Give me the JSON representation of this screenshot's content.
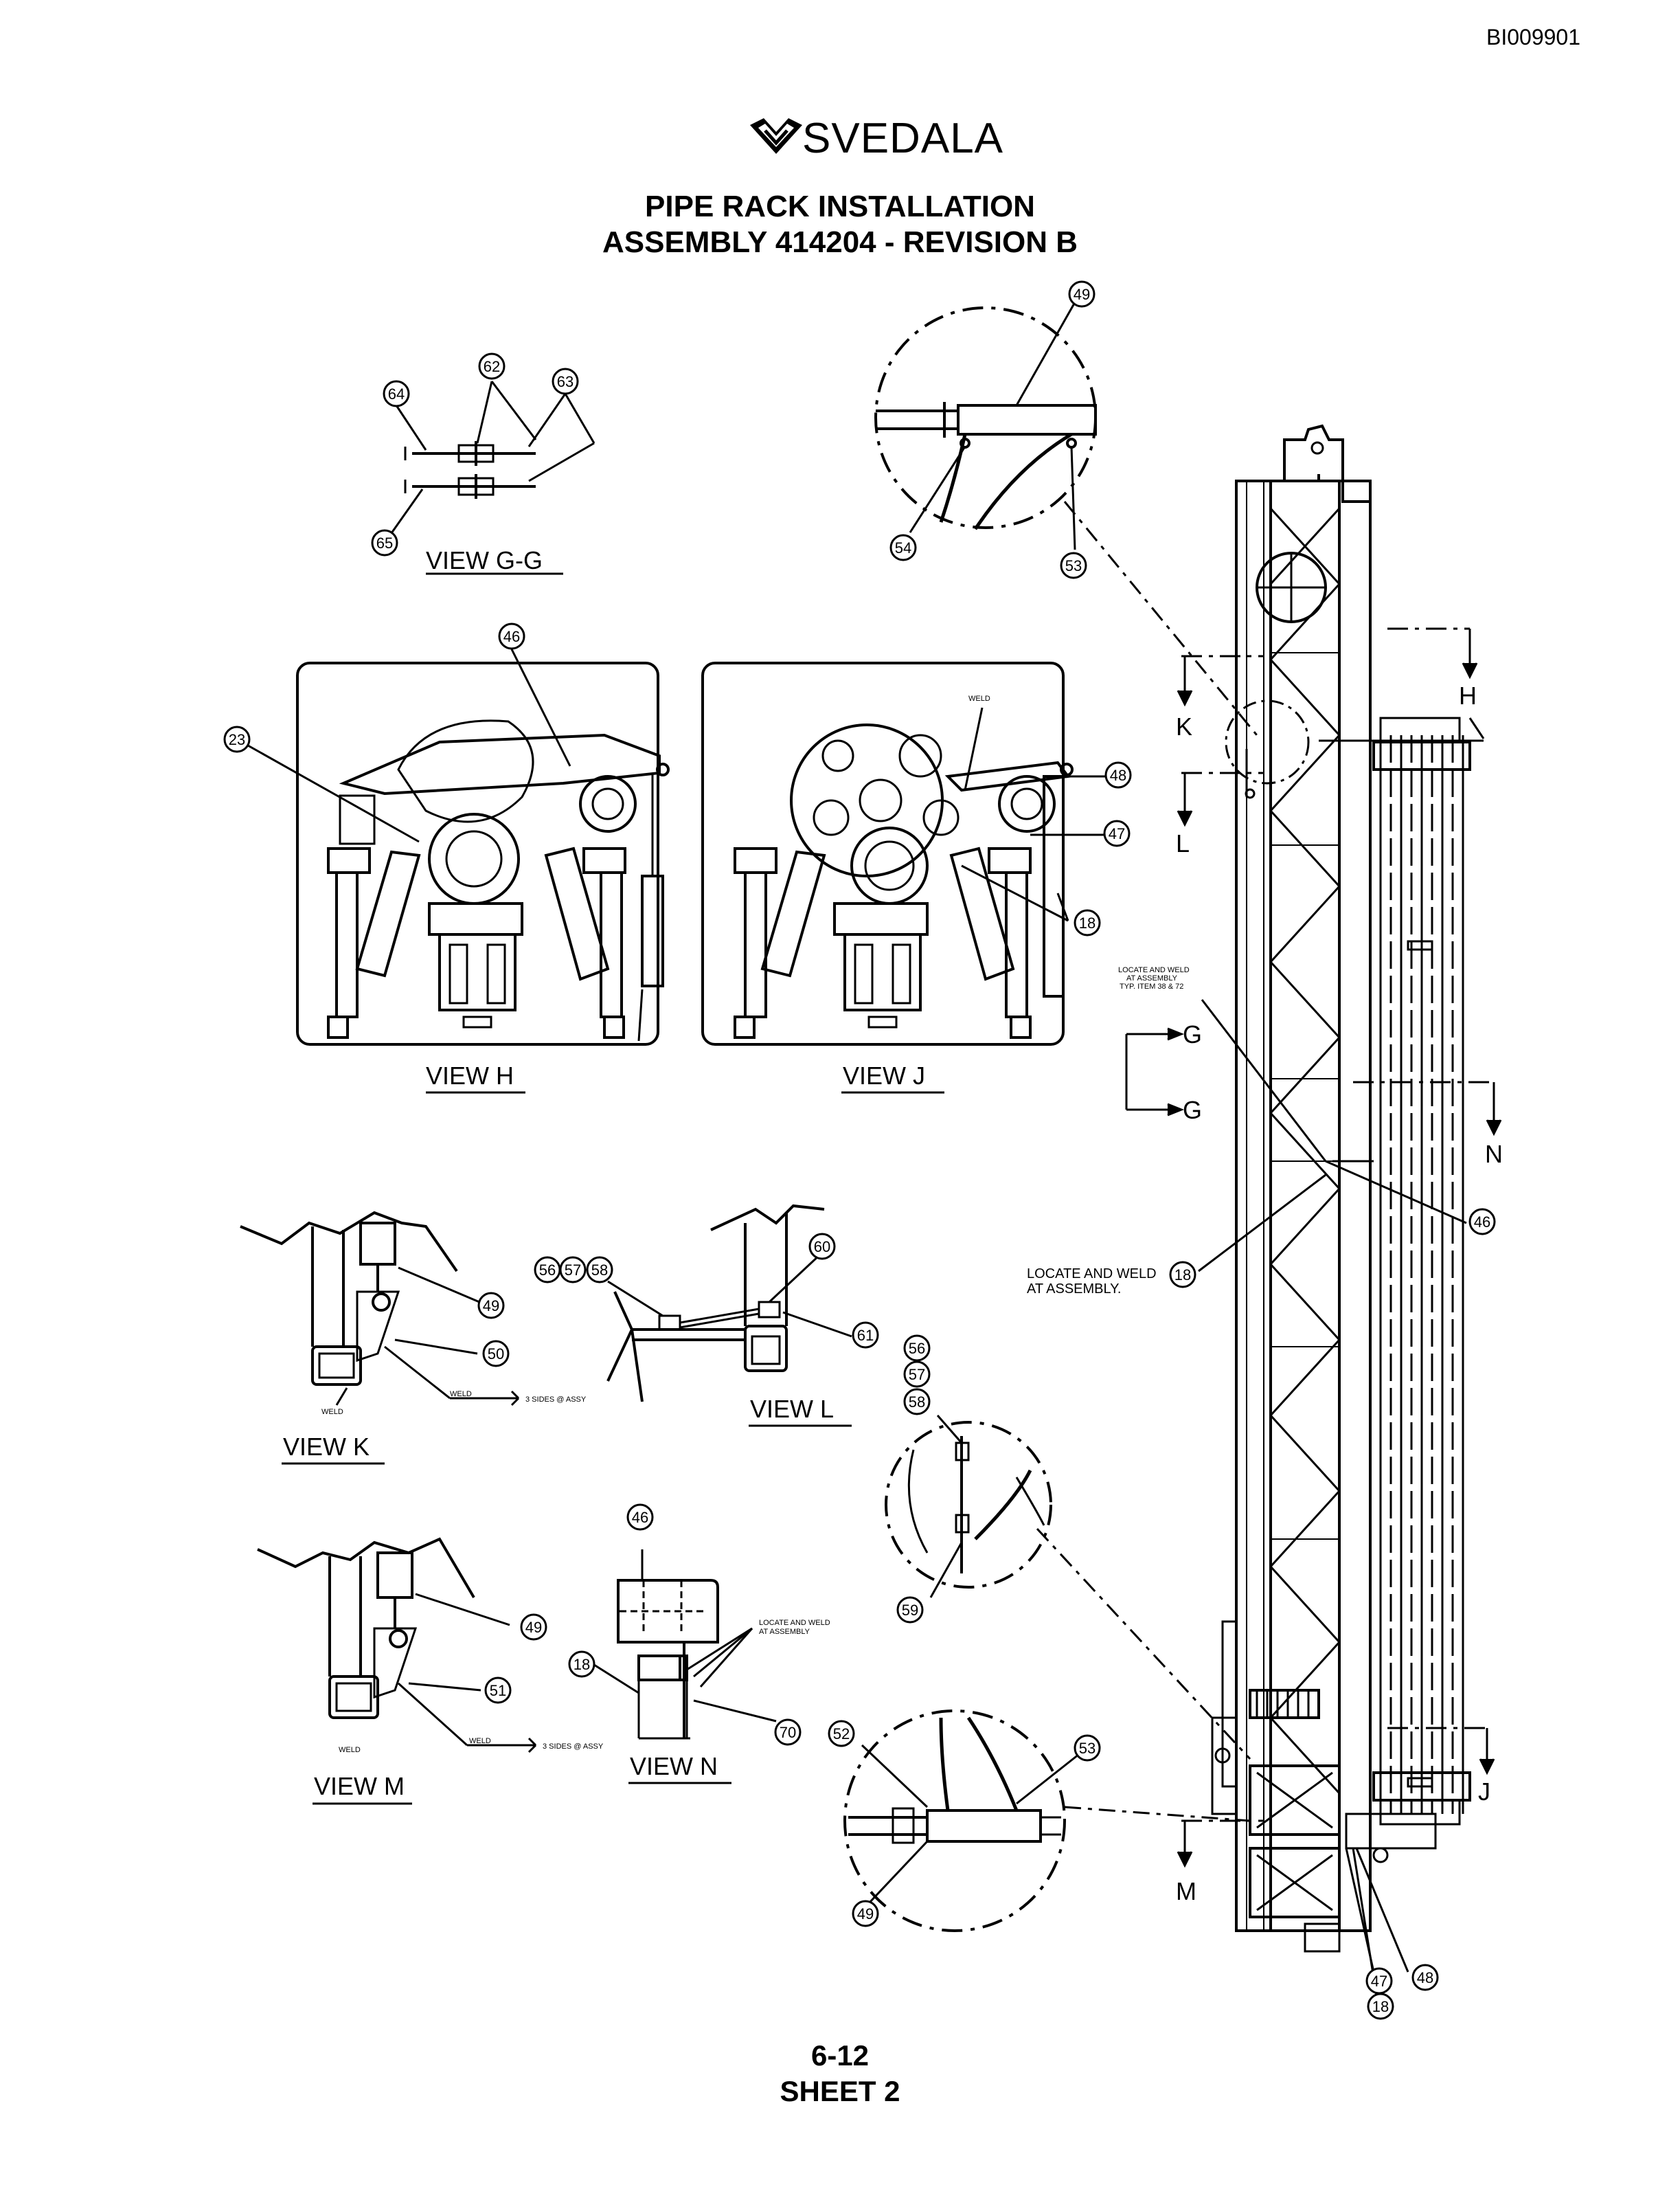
{
  "doc_id": "BI009901",
  "logo": {
    "text": "SVEDALA"
  },
  "title": {
    "line1": "PIPE RACK INSTALLATION",
    "line2": "ASSEMBLY 414204 - REVISION B"
  },
  "page": {
    "number": "6-12",
    "sheet": "SHEET 2"
  },
  "views": {
    "gg": "VIEW  G-G",
    "h": "VIEW  H",
    "j": "VIEW  J",
    "k": "VIEW  K",
    "l": "VIEW  L",
    "m": "VIEW  M",
    "n": "VIEW  N"
  },
  "section_letters": {
    "k": "K",
    "l": "L",
    "h": "H",
    "g1": "G",
    "g2": "G",
    "n": "N",
    "j": "J",
    "m": "M"
  },
  "notes": {
    "weld_j": "WELD",
    "locate_weld_top": "LOCATE AND WELD",
    "locate_weld_top2": "AT ASSEMBLY",
    "locate_weld_top3": "TYP. ITEM 38 & 72",
    "locate_weld_18a": "LOCATE AND WELD",
    "locate_weld_18b": "AT ASSEMBLY.",
    "weld_k1": "WELD",
    "weld_k2": "WELD",
    "sides_k": "3 SIDES @ ASSY",
    "weld_m1": "WELD",
    "weld_m2": "WELD",
    "sides_m": "3 SIDES @ ASSY",
    "locate_n1": "LOCATE AND WELD",
    "locate_n2": "AT ASSEMBLY"
  },
  "callouts": {
    "c49a": "49",
    "c54": "54",
    "c53a": "53",
    "c62": "62",
    "c63": "63",
    "c64": "64",
    "c65": "65",
    "c46a": "46",
    "c23": "23",
    "c48a": "48",
    "c47a": "47",
    "c18a": "18",
    "c46b": "46",
    "c18b": "18",
    "c49b": "49",
    "c50": "50",
    "c56a": "56",
    "c57a": "57",
    "c58a": "58",
    "c60": "60",
    "c61": "61",
    "c56b": "56",
    "c57b": "57",
    "c58b": "58",
    "c59": "59",
    "c46c": "46",
    "c18c": "18",
    "c70": "70",
    "c49c": "49",
    "c51": "51",
    "c52": "52",
    "c53b": "53",
    "c49d": "49",
    "c47b": "47",
    "c48b": "48",
    "c18d": "18"
  }
}
